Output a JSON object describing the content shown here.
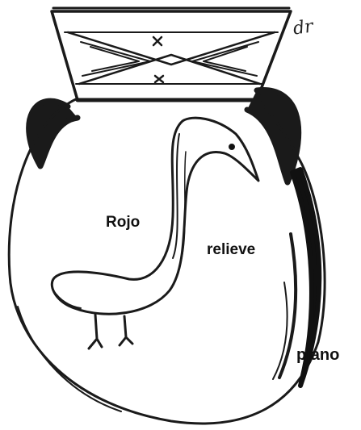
{
  "labels": {
    "rojo": "Rojo",
    "relieve": "relieve",
    "plano": "plano"
  },
  "initials": "dr"
}
